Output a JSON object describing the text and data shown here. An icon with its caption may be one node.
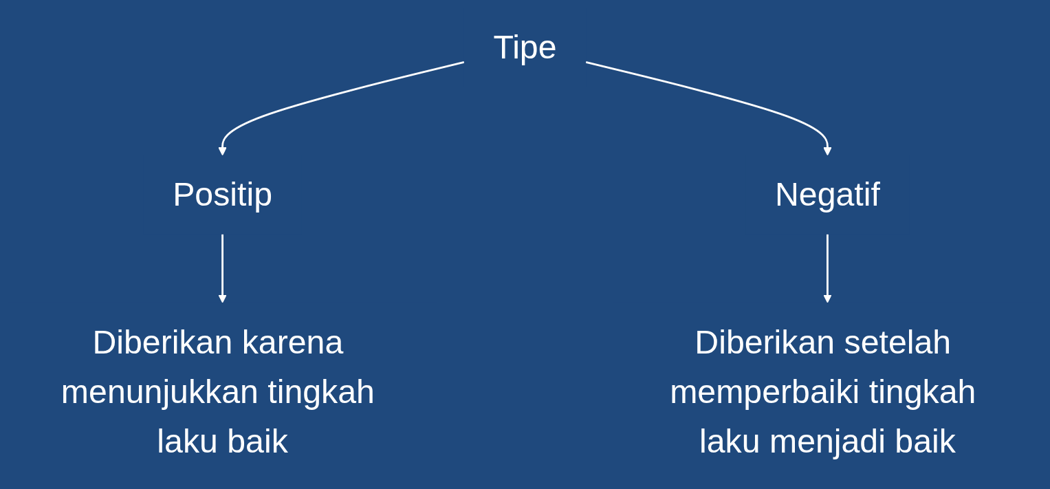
{
  "diagram": {
    "nodes": [
      {
        "text": [
          "Tipe"
        ]
      },
      {
        "text": [
          "Positip"
        ]
      },
      {
        "text": [
          "Negatif"
        ]
      },
      {
        "text": [
          "Diberikan karena menunjukkan tingkah laku baik"
        ]
      },
      {
        "text": [
          "Diberikan setelah memperbaiki tingkah laku menjadi baik"
        ]
      }
    ],
    "edges": [
      {
        "from": 0,
        "to": 1,
        "arrow": "to"
      },
      {
        "from": 0,
        "to": 2,
        "arrow": "to"
      },
      {
        "from": 1,
        "to": 3,
        "arrow": "to"
      },
      {
        "from": 2,
        "to": 4,
        "arrow": "to"
      }
    ]
  }
}
